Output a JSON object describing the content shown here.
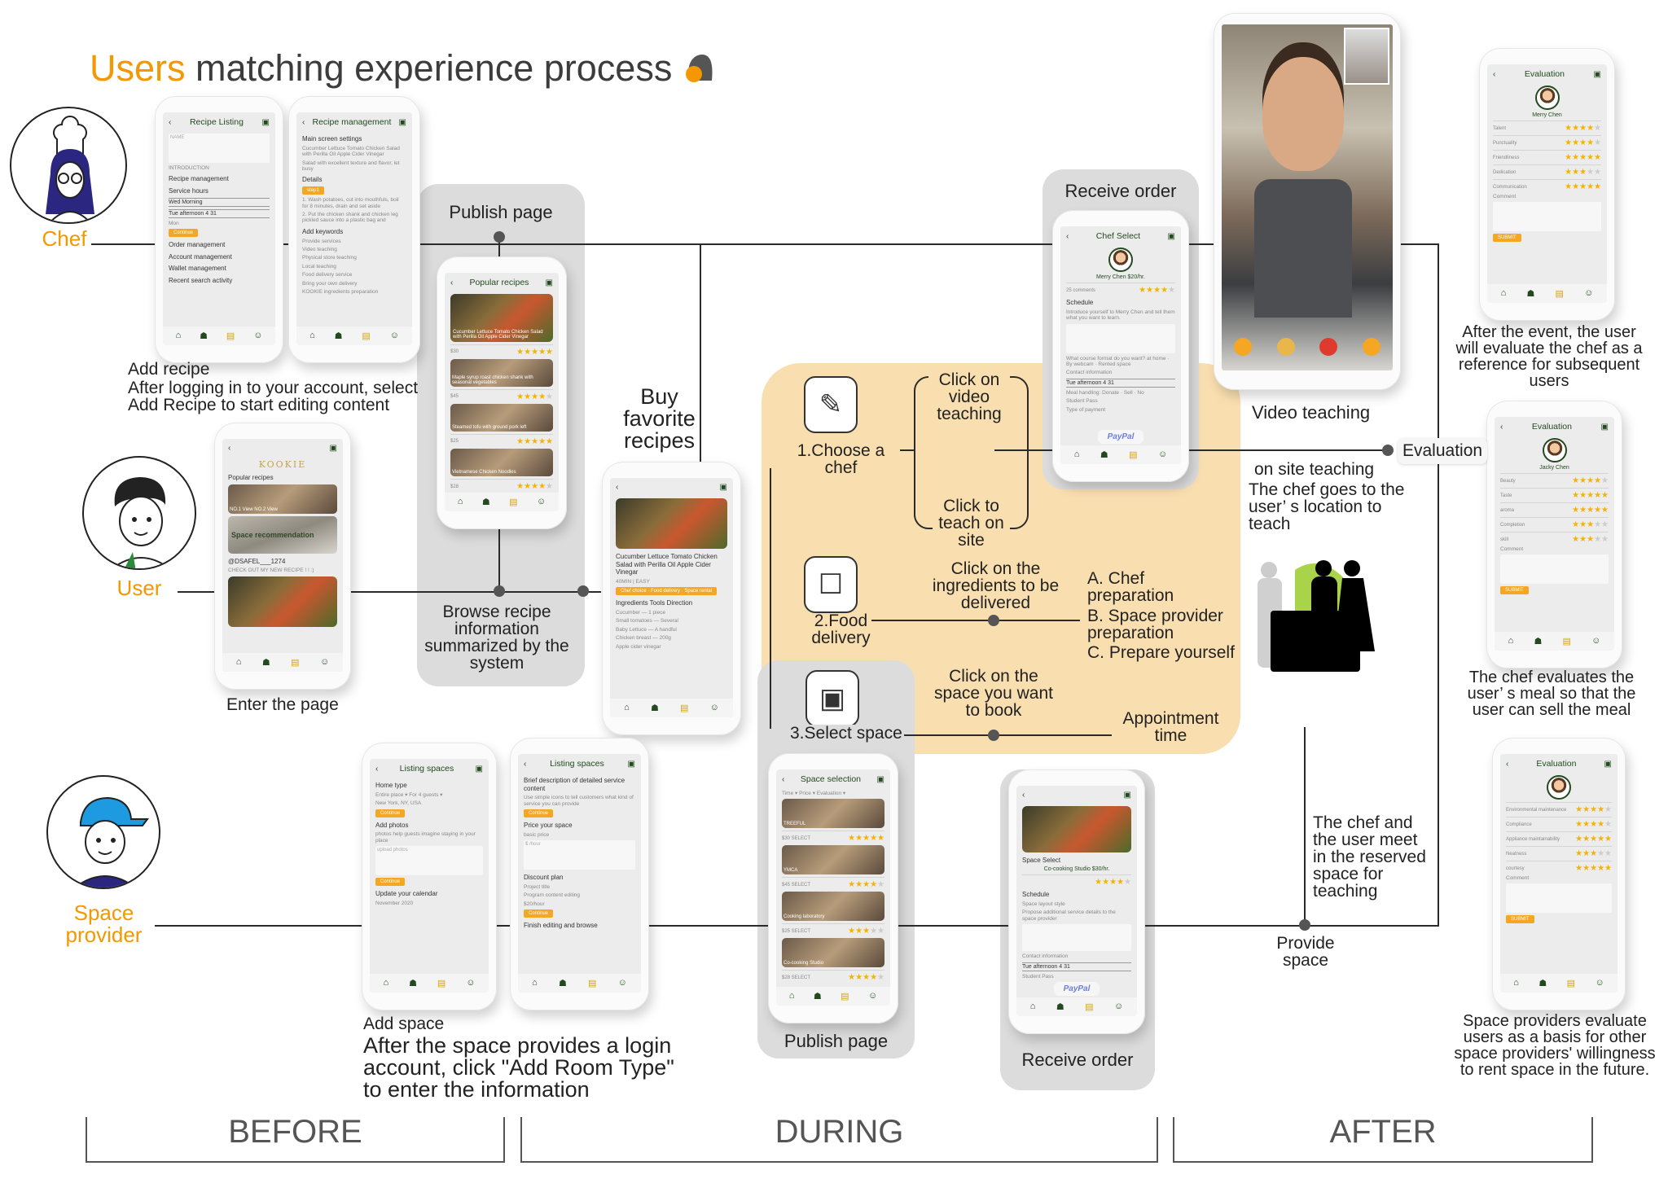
{
  "title": {
    "accent": "Users",
    "rest": " matching experience process"
  },
  "roles": {
    "chef": "Chef",
    "user": "User",
    "space_provider": "Space provider"
  },
  "labels": {
    "publish_page_top": "Publish page",
    "publish_page_bottom": "Publish page",
    "receive_order_top": "Receive order",
    "receive_order_bottom": "Receive order",
    "video_teaching": "Video teaching",
    "evaluation": "Evaluation",
    "on_site_teaching": "on site teaching",
    "on_site_desc": "The chef goes to the user’ s location to teach",
    "add_recipe": "Add recipe",
    "add_recipe_desc": "After logging in to your account, select Add Recipe to start editing content",
    "enter_page": "Enter the page",
    "buy_recipes": "Buy favorite recipes",
    "browse_recipe": "Browse recipe information summarized by the system",
    "add_space": "Add space",
    "add_space_desc": "After the space provides a login account, click \"Add Room Type\" to enter the information",
    "choose_chef": "1.Choose a chef",
    "food_delivery": "2.Food delivery",
    "select_space": "3.Select space",
    "click_video": "Click on video teaching",
    "click_site": "Click to teach on site",
    "click_ingredients": "Click on the ingredients to be delivered",
    "prep_a": "A. Chef preparation",
    "prep_b": "B. Space provider preparation",
    "prep_c": "C. Prepare yourself",
    "click_space": "Click on the space you want to book",
    "appointment": "Appointment time",
    "meet": "The chef and the user meet in the reserved space for teaching",
    "provide_space": "Provide space",
    "after_event": "After the event, the user will evaluate the chef as a reference for subsequent users",
    "chef_evaluates": "The chef evaluates the user’ s meal so that the user can sell the meal",
    "space_evaluates": "Space providers evaluate users as a basis for other space providers' willingness to rent space in the future."
  },
  "stages": {
    "before": "BEFORE",
    "during": "DURING",
    "after": "AFTER"
  },
  "colors": {
    "accent": "#f39800",
    "blue": "#1a8be6",
    "orange_region": "#f9dfb0",
    "panel": "#dcdcdc",
    "star": "#f5b301"
  },
  "phones": {
    "recipe_listing": {
      "title": "Recipe Listing",
      "rows": [
        {
          "k": "box",
          "t": "NAME"
        },
        {
          "k": "txt",
          "t": "INTRODUCTION"
        },
        {
          "k": "h",
          "t": "Recipe management"
        },
        {
          "k": "h",
          "t": "Service hours"
        },
        {
          "k": "sched",
          "t": "Wed  Morning"
        },
        {
          "k": "sched",
          "t": "Tue  afternoon  4  31"
        },
        {
          "k": "txt",
          "t": "Mon"
        },
        {
          "k": "btn",
          "t": "Continue"
        },
        {
          "k": "h",
          "t": "Order management"
        },
        {
          "k": "h",
          "t": "Account management"
        },
        {
          "k": "h",
          "t": "Wallet management"
        },
        {
          "k": "h",
          "t": "Recent search activity"
        }
      ]
    },
    "recipe_management": {
      "title": "Recipe management",
      "rows": [
        {
          "k": "h",
          "t": "Main screen settings"
        },
        {
          "k": "txt",
          "t": "Cucumber Lettuce Tomato Chicken Salad with Perilla Oil Apple Cider Vinegar"
        },
        {
          "k": "txt",
          "t": "Salad with excellent texture and flavor, let busy"
        },
        {
          "k": "h",
          "t": "Details"
        },
        {
          "k": "btn",
          "t": "step1"
        },
        {
          "k": "txt",
          "t": "1. Wash potatoes, cut into mouthfuls, boil for 8 minutes, drain and set aside"
        },
        {
          "k": "txt",
          "t": "2. Put the chicken shank and chicken leg pickled sauce into a plastic bag and"
        },
        {
          "k": "h",
          "t": "Add keywords"
        },
        {
          "k": "txt",
          "t": "Provide services"
        },
        {
          "k": "txt",
          "t": "Video teaching"
        },
        {
          "k": "txt",
          "t": "Physical store teaching"
        },
        {
          "k": "txt",
          "t": "Local teaching"
        },
        {
          "k": "txt",
          "t": "Food delivery service"
        },
        {
          "k": "txt",
          "t": "Bring your own delivery"
        },
        {
          "k": "txt",
          "t": "KOOKIE ingredients preparation"
        }
      ]
    },
    "popular_recipes": {
      "title": "Popular recipes",
      "rows": [
        {
          "k": "photo",
          "t": "Cucumber Lettuce Tomato Chicken Salad with Perilla Oil Apple Cider Vinegar"
        },
        {
          "k": "rate",
          "t": "$30",
          "n": 5
        },
        {
          "k": "photo-sm",
          "t": "Maple syrup roast chicken shank with seasonal vegetables"
        },
        {
          "k": "rate",
          "t": "$45",
          "n": 4
        },
        {
          "k": "photo-sm",
          "t": "Steamed tofu with ground pork left"
        },
        {
          "k": "rate",
          "t": "$25",
          "n": 5
        },
        {
          "k": "photo-sm",
          "t": "Vietnamese Chicken Noodles"
        },
        {
          "k": "rate",
          "t": "$28",
          "n": 4
        }
      ]
    },
    "kookie": {
      "title": "",
      "rows": [
        {
          "k": "brand",
          "t": "KOOKIE"
        },
        {
          "k": "h",
          "t": "Popular recipes"
        },
        {
          "k": "photo-sm",
          "t": "NO.1  View      NO.2  View"
        },
        {
          "k": "space",
          "t": "Space recommendation"
        },
        {
          "k": "h",
          "t": "@DSAFEL___1274"
        },
        {
          "k": "txt",
          "t": "CHECK OUT MY NEW RECIPE ! ! :)"
        },
        {
          "k": "photo",
          "t": ""
        }
      ]
    },
    "recipe_detail": {
      "title": "",
      "rows": [
        {
          "k": "photo",
          "t": ""
        },
        {
          "k": "h",
          "t": "Cucumber Lettuce Tomato Chicken Salad with Perilla Oil Apple Cider Vinegar"
        },
        {
          "k": "txt",
          "t": "40MIN | EASY"
        },
        {
          "k": "btn",
          "t": "Chef choice · Food delivery · Space rental"
        },
        {
          "k": "h",
          "t": "Ingredients   Tools   Direction"
        },
        {
          "k": "txt",
          "t": "Cucumber — 1 piece"
        },
        {
          "k": "txt",
          "t": "Small tomatoes — Several"
        },
        {
          "k": "txt",
          "t": "Baby Lettuce — A handful"
        },
        {
          "k": "txt",
          "t": "Chicken breast — 200g"
        },
        {
          "k": "txt",
          "t": "Apple cider vinegar"
        }
      ]
    },
    "chef_select": {
      "title": "Chef Select",
      "rows": [
        {
          "k": "avatar",
          "t": ""
        },
        {
          "k": "name",
          "t": "Merry Chen  $20/hr."
        },
        {
          "k": "rate",
          "t": "25 comments",
          "n": 4
        },
        {
          "k": "h",
          "t": "Schedule"
        },
        {
          "k": "txt",
          "t": "Introduce yourself to Merry Chen and tell them what you want to learn."
        },
        {
          "k": "box",
          "t": ""
        },
        {
          "k": "txt",
          "t": "What course format do you want?  at home · By webcam · Rented space"
        },
        {
          "k": "txt",
          "t": "Contact information"
        },
        {
          "k": "sched",
          "t": "Tue  afternoon  4  31"
        },
        {
          "k": "txt",
          "t": "Meal handling: Donate · Sell · No"
        },
        {
          "k": "txt",
          "t": "Student Pass"
        },
        {
          "k": "txt",
          "t": "Type of payment"
        },
        {
          "k": "pay",
          "t": "PayPal"
        }
      ]
    },
    "space_selection": {
      "title": "Space selection",
      "rows": [
        {
          "k": "txt",
          "t": "Time ▾  Price ▾  Evaluation ▾"
        },
        {
          "k": "photo-sm",
          "t": "TREEFUL"
        },
        {
          "k": "rate",
          "t": "$30  SELECT",
          "n": 5
        },
        {
          "k": "photo-sm",
          "t": "YMCA"
        },
        {
          "k": "rate",
          "t": "$45  SELECT",
          "n": 4
        },
        {
          "k": "photo-sm",
          "t": "Cooking laboratory"
        },
        {
          "k": "rate",
          "t": "$25  SELECT",
          "n": 3
        },
        {
          "k": "photo-sm",
          "t": "Co-cooking Studio"
        },
        {
          "k": "rate",
          "t": "$28  SELECT",
          "n": 4
        }
      ]
    },
    "space_select": {
      "title": "",
      "rows": [
        {
          "k": "photo",
          "t": ""
        },
        {
          "k": "h",
          "t": "Space Select"
        },
        {
          "k": "name",
          "t": "Co-cooking Studio  $30/hr."
        },
        {
          "k": "rate",
          "t": "",
          "n": 4
        },
        {
          "k": "h",
          "t": "Schedule"
        },
        {
          "k": "txt",
          "t": "Space layout style"
        },
        {
          "k": "txt",
          "t": "Propose additional service details to the space provider"
        },
        {
          "k": "box",
          "t": ""
        },
        {
          "k": "txt",
          "t": "Contact information"
        },
        {
          "k": "sched",
          "t": "Tue  afternoon  4  31"
        },
        {
          "k": "txt",
          "t": "Student Pass"
        },
        {
          "k": "pay",
          "t": "PayPal"
        }
      ]
    },
    "listing_spaces_1": {
      "title": "Listing spaces",
      "rows": [
        {
          "k": "h",
          "t": "Home type"
        },
        {
          "k": "txt",
          "t": "Entire place ▾   For 4 guests ▾"
        },
        {
          "k": "txt",
          "t": "New York, NY, USA"
        },
        {
          "k": "btn",
          "t": "Continue"
        },
        {
          "k": "h",
          "t": "Add photos"
        },
        {
          "k": "txt",
          "t": "photos help guests imagine staying in your place"
        },
        {
          "k": "box",
          "t": "upload photos"
        },
        {
          "k": "btn",
          "t": "Continue"
        },
        {
          "k": "h",
          "t": "Update your calendar"
        },
        {
          "k": "txt",
          "t": "November 2020"
        }
      ]
    },
    "listing_spaces_2": {
      "title": "Listing spaces",
      "rows": [
        {
          "k": "h",
          "t": "Brief description of detailed service content"
        },
        {
          "k": "txt",
          "t": "Use simple icons to tell customers what kind of service you can provide"
        },
        {
          "k": "btn",
          "t": "Continue"
        },
        {
          "k": "h",
          "t": "Price your space"
        },
        {
          "k": "txt",
          "t": "basic price"
        },
        {
          "k": "box",
          "t": "$  /hour"
        },
        {
          "k": "h",
          "t": "Discount plan"
        },
        {
          "k": "txt",
          "t": "Project title"
        },
        {
          "k": "txt",
          "t": "Program content editing"
        },
        {
          "k": "txt",
          "t": "$20/hour"
        },
        {
          "k": "btn",
          "t": "Continue"
        },
        {
          "k": "h",
          "t": "Finish editing and browse"
        }
      ]
    },
    "eval_chef": {
      "title": "Evaluation",
      "rows": [
        {
          "k": "avatar",
          "t": ""
        },
        {
          "k": "name",
          "t": "Merry Chen"
        },
        {
          "k": "rate",
          "t": "Talent",
          "n": 4
        },
        {
          "k": "rate",
          "t": "Punctuality",
          "n": 4
        },
        {
          "k": "rate",
          "t": "Friendliness",
          "n": 5
        },
        {
          "k": "rate",
          "t": "Dedication",
          "n": 3
        },
        {
          "k": "rate",
          "t": "Communication",
          "n": 5
        },
        {
          "k": "txt",
          "t": "Comment"
        },
        {
          "k": "box",
          "t": ""
        },
        {
          "k": "btn",
          "t": "SUBMIT"
        }
      ]
    },
    "eval_user": {
      "title": "Evaluation",
      "rows": [
        {
          "k": "avatar",
          "t": ""
        },
        {
          "k": "name",
          "t": "Jacky Chen"
        },
        {
          "k": "rate",
          "t": "Beauty",
          "n": 4
        },
        {
          "k": "rate",
          "t": "Taste",
          "n": 5
        },
        {
          "k": "rate",
          "t": "aroma",
          "n": 5
        },
        {
          "k": "rate",
          "t": "Completion",
          "n": 3
        },
        {
          "k": "rate",
          "t": "skill",
          "n": 3
        },
        {
          "k": "txt",
          "t": "Comment"
        },
        {
          "k": "box",
          "t": ""
        },
        {
          "k": "btn",
          "t": "SUBMIT"
        }
      ]
    },
    "eval_space": {
      "title": "Evaluation",
      "rows": [
        {
          "k": "avatar",
          "t": ""
        },
        {
          "k": "rate",
          "t": "Environmental maintenance",
          "n": 4
        },
        {
          "k": "rate",
          "t": "Compliance",
          "n": 4
        },
        {
          "k": "rate",
          "t": "Appliance maintainability",
          "n": 5
        },
        {
          "k": "rate",
          "t": "Neatness",
          "n": 3
        },
        {
          "k": "rate",
          "t": "courtesy",
          "n": 5
        },
        {
          "k": "txt",
          "t": "Comment"
        },
        {
          "k": "box",
          "t": ""
        },
        {
          "k": "btn",
          "t": "SUBMIT"
        }
      ]
    }
  }
}
